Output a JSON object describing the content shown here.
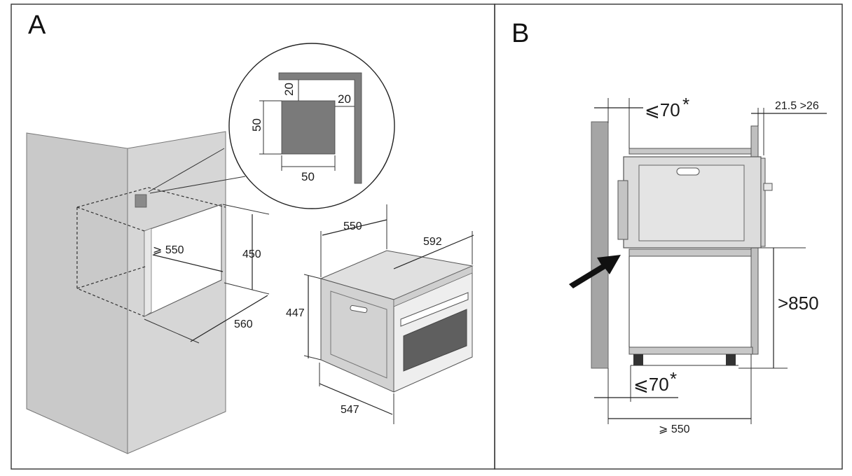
{
  "panels": [
    {
      "letter": "A",
      "detail": {
        "vent_height": "20",
        "vent_side": "20",
        "vent_w": "50",
        "vent_h": "50"
      },
      "niche": {
        "depth": "⩾ 550",
        "height": "450",
        "width": "560"
      },
      "oven": {
        "depth_top": "550",
        "width": "592",
        "height": "447",
        "depth_bottom": "547"
      }
    },
    {
      "letter": "B",
      "dims": {
        "gap_top": "⩽70",
        "gap_top_mark": "*",
        "front_offset": "21.5 >26",
        "height_min": ">850",
        "gap_bottom": "⩽70",
        "gap_bottom_mark": "*",
        "depth_min": "⩾ 550"
      }
    }
  ],
  "colors": {
    "wall": "#c8c8c8",
    "wall_dark": "#9a9a9a",
    "vent": "#7a7a7a",
    "oven_face": "#d9d9d9",
    "line": "#222222"
  }
}
